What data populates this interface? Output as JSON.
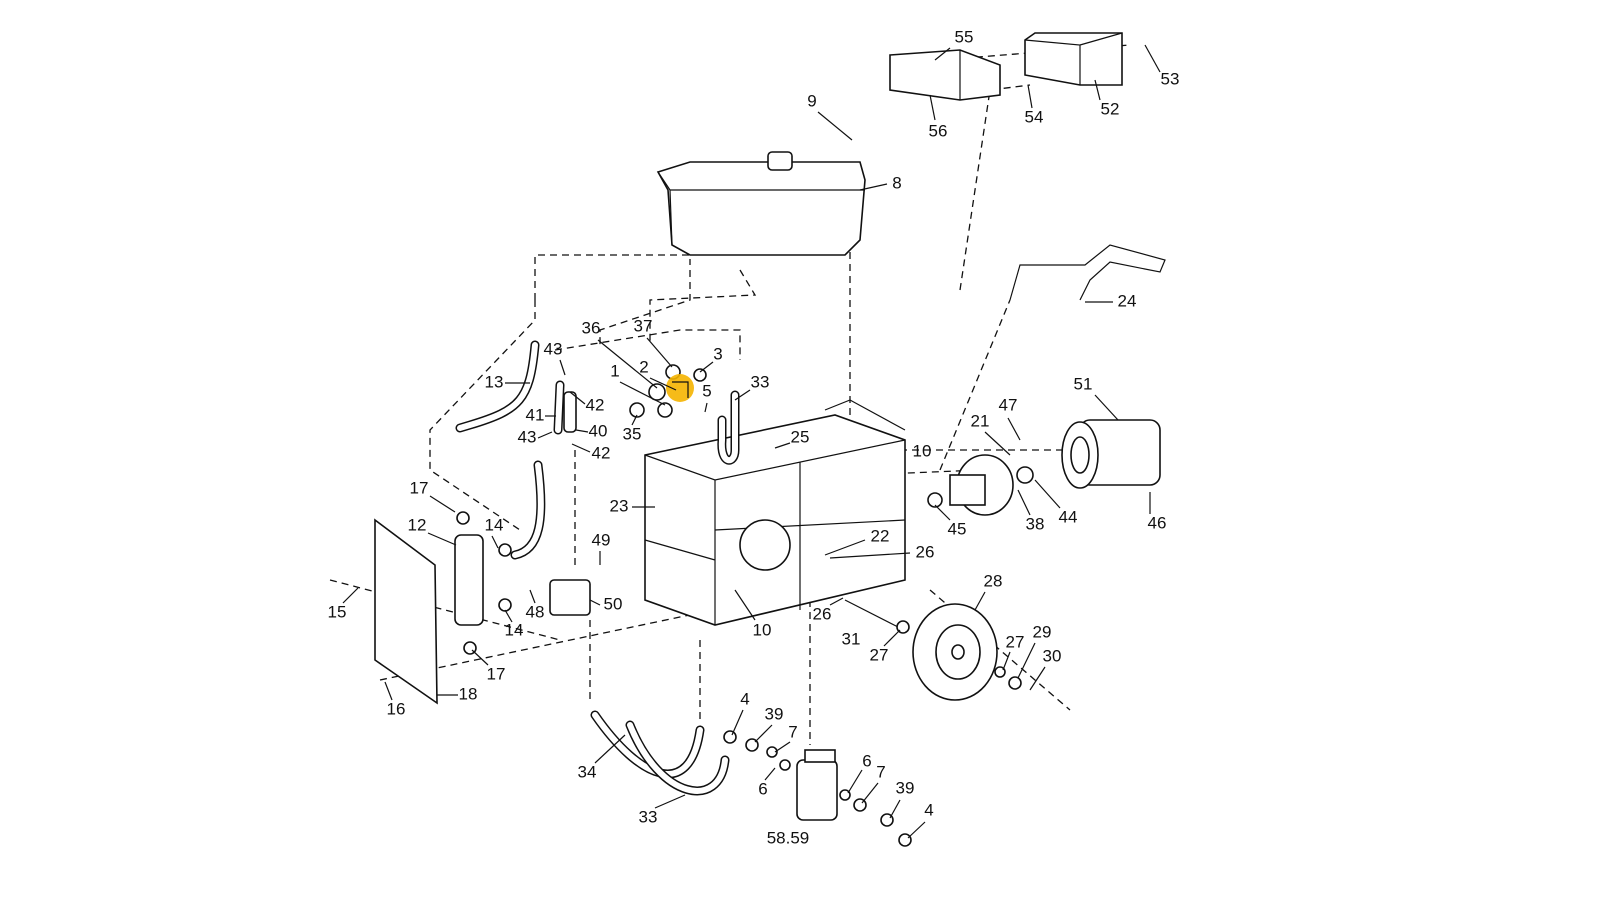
{
  "diagram": {
    "type": "exploded-parts-diagram",
    "highlight_color": "#f5b400",
    "highlighted_part": "2",
    "labels": [
      "55",
      "53",
      "52",
      "54",
      "56",
      "9",
      "8",
      "24",
      "51",
      "47",
      "21",
      "10",
      "46",
      "44",
      "38",
      "45",
      "22",
      "26",
      "28",
      "29",
      "30",
      "27",
      "27",
      "26",
      "31",
      "10",
      "25",
      "23",
      "33",
      "5",
      "3",
      "37",
      "36",
      "2",
      "1",
      "35",
      "43",
      "13",
      "42",
      "41",
      "43",
      "40",
      "42",
      "17",
      "12",
      "14",
      "49",
      "15",
      "48",
      "50",
      "14",
      "17",
      "18",
      "16",
      "4",
      "39",
      "7",
      "34",
      "6",
      "6",
      "7",
      "39",
      "4",
      "33",
      "58.59"
    ]
  }
}
